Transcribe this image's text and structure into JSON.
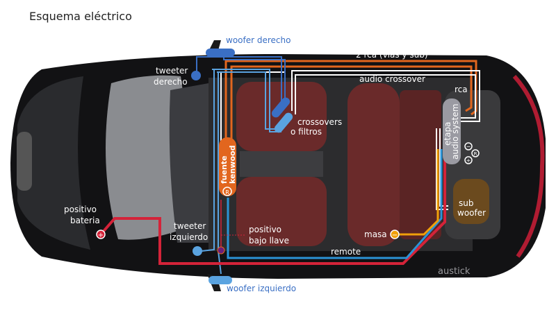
{
  "title": "Esquema eléctrico",
  "labels": {
    "woofer_derecho": "woofer derecho",
    "woofer_izquierdo": "woofer izquierdo",
    "tweeter_derecho": [
      "tweeter",
      "derecho"
    ],
    "tweeter_izquierdo": [
      "tweeter",
      "izquierdo"
    ],
    "rca_2": "2 rca (vias y sub)",
    "audio_crossover": "audio crossover",
    "rca": "rca",
    "crossovers": [
      "crossovers",
      "o filtros"
    ],
    "fuente": [
      "fuente",
      "kenwood"
    ],
    "etapa": [
      "etapa",
      "audio system"
    ],
    "positivo_bateria": [
      "positivo",
      "bateria"
    ],
    "positivo_bajo_llave": [
      "positivo",
      "bajo llave"
    ],
    "remote": "remote",
    "masa": "masa",
    "sub_woofer": [
      "sub",
      "woofer"
    ],
    "watermark": "austick"
  },
  "symbols": {
    "plus": "+",
    "minus": "−",
    "remote": "R"
  },
  "colors": {
    "red": "#d42339",
    "blue": "#2b93d6",
    "dark_blue": "#3a6fc4",
    "light_blue": "#5aa3e0",
    "orange": "#e2661e",
    "yellow": "#f0a00a",
    "purple": "#6a1d7a",
    "white": "#ffffff",
    "sub": "#6b4a1e",
    "amp": "#9a9aa2"
  }
}
